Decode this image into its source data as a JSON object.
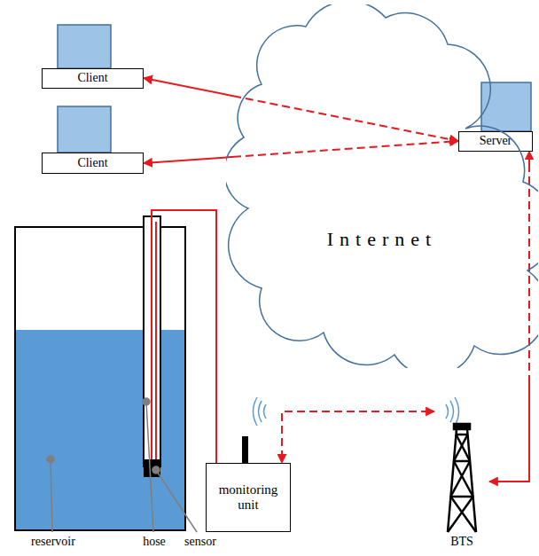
{
  "diagram": {
    "nodes": [
      {
        "text": [
          "Client"
        ]
      },
      {
        "text": [
          "Client"
        ]
      },
      {
        "text": [
          "Server"
        ]
      },
      {
        "text": [
          "Internet"
        ]
      },
      {
        "text": [
          "monitoring unit"
        ]
      },
      {
        "text": [
          "BTS"
        ]
      }
    ],
    "edges": [
      {
        "from": 0,
        "to": 2,
        "arrow": "both"
      },
      {
        "from": 1,
        "to": 2,
        "arrow": "both"
      },
      {
        "from": 4,
        "to": 5,
        "arrow": "both"
      },
      {
        "from": 5,
        "to": 2,
        "arrow": "both"
      }
    ],
    "labels": [
      "reservoir",
      "hose",
      "sensor"
    ]
  }
}
